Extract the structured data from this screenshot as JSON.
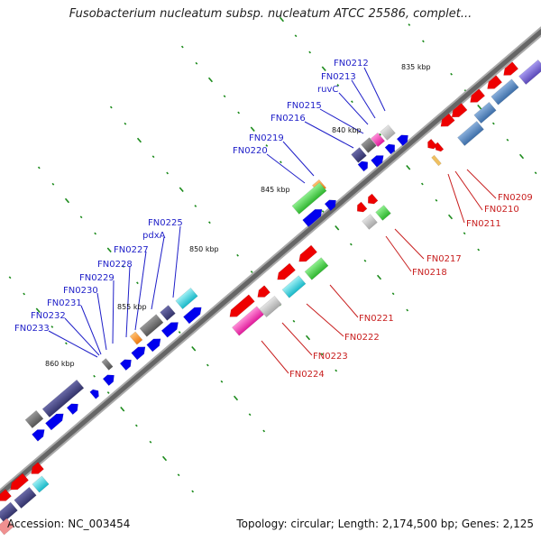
{
  "title": "Fusobacterium nucleatum subsp. nucleatum ATCC 25586, complet...",
  "footer": {
    "accession": "Accession: NC_003454",
    "summary": "Topology: circular; Length: 2,174,500 bp; Genes: 2,125"
  },
  "scale_labels": [
    "835 kbp",
    "840 kbp",
    "845 kbp",
    "850 kbp",
    "855 kbp",
    "860 kbp"
  ],
  "gene_labels_left": [
    "FN0212",
    "FN0213",
    "ruvC",
    "FN0215",
    "FN0216",
    "FN0219",
    "FN0220",
    "FN0225",
    "pdxA",
    "FN0227",
    "FN0228",
    "FN0229",
    "FN0230",
    "FN0231",
    "FN0232",
    "FN0233"
  ],
  "gene_labels_right": [
    "FN0209",
    "FN0210",
    "FN0211",
    "FN0217",
    "FN0218",
    "FN0221",
    "FN0222",
    "FN0223",
    "FN0224"
  ],
  "colors": {
    "strand_forward": "#0000ee",
    "strand_reverse": "#ee0000",
    "backbone": "#777777",
    "tick": "#1a8a1a",
    "label_left": "#1e1ec8",
    "label_right": "#c81e1e"
  }
}
